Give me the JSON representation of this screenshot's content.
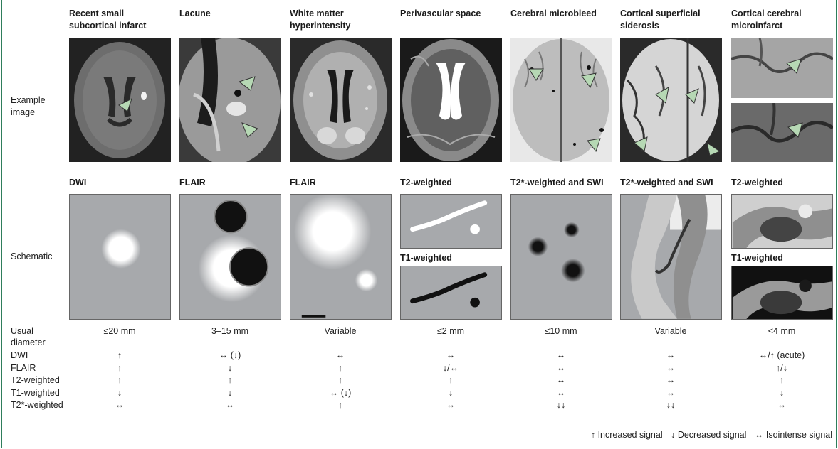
{
  "columns": [
    {
      "title": "Recent small subcortical infarct",
      "sequence": "DWI",
      "diameter": "≤20 mm",
      "signals": [
        "↑",
        "↑",
        "↑",
        "↓",
        "↔"
      ]
    },
    {
      "title": "Lacune",
      "sequence": "FLAIR",
      "diameter": "3–15 mm",
      "signals": [
        "↔ (↓)",
        "↓",
        "↑",
        "↓",
        "↔"
      ]
    },
    {
      "title": "White matter hyperintensity",
      "sequence": "FLAIR",
      "diameter": "Variable",
      "signals": [
        "↔",
        "↑",
        "↑",
        "↔ (↓)",
        "↑"
      ]
    },
    {
      "title": "Perivascular space",
      "sequence": "T2-weighted",
      "sequence2": "T1-weighted",
      "diameter": "≤2 mm",
      "signals": [
        "↔",
        "↓/↔",
        "↑",
        "↓",
        "↔"
      ]
    },
    {
      "title": "Cerebral microbleed",
      "sequence": "T2*-weighted and SWI",
      "diameter": "≤10 mm",
      "signals": [
        "↔",
        "↔",
        "↔",
        "↔",
        "↓↓"
      ]
    },
    {
      "title": "Cortical superficial siderosis",
      "sequence": "T2*-weighted and SWI",
      "diameter": "Variable",
      "signals": [
        "↔",
        "↔",
        "↔",
        "↔",
        "↓↓"
      ]
    },
    {
      "title": "Cortical cerebral microinfarct",
      "sequence": "T2-weighted",
      "sequence2": "T1-weighted",
      "diameter": "<4 mm",
      "signals": [
        "↔/↑ (acute)",
        "↑/↓",
        "↑",
        "↓",
        "↔"
      ]
    }
  ],
  "rows": {
    "example": "Example image",
    "schematic": "Schematic",
    "diameter": "Usual diameter",
    "signal_rows": [
      "DWI",
      "FLAIR",
      "T2-weighted",
      "T1-weighted",
      "T2*-weighted"
    ]
  },
  "legend": {
    "increased": "↑ Increased signal",
    "decreased": "↓ Decreased signal",
    "isointense": "↔ Isointense signal"
  }
}
